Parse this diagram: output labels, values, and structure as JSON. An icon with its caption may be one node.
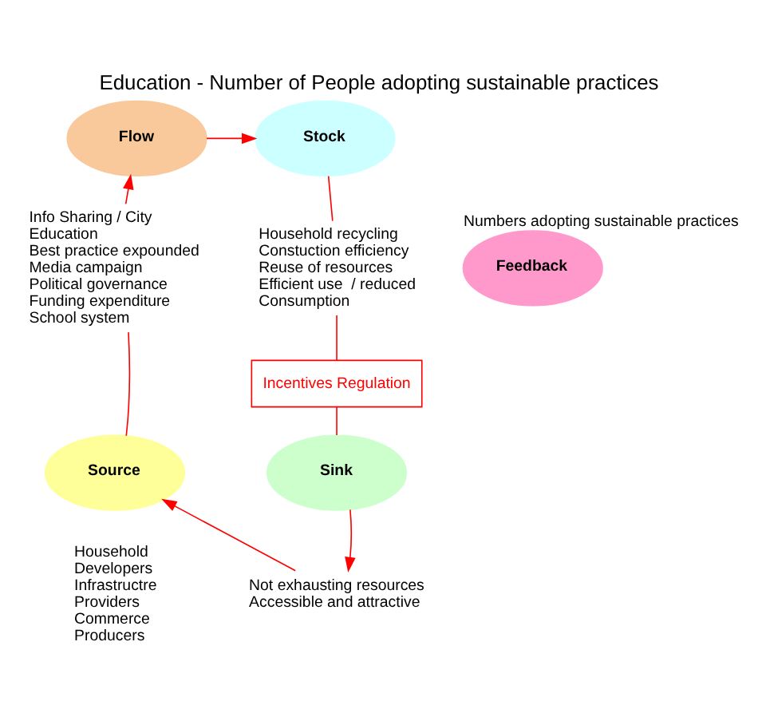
{
  "diagram": {
    "title": "Education - Number of People adopting sustainable practices",
    "nodes": [
      {
        "text": [
          "Flow"
        ]
      },
      {
        "text": [
          "Stock"
        ]
      },
      {
        "text": [
          "Feedback"
        ],
        "beside": [
          "Numbers adopting sustainable practices"
        ]
      },
      {
        "text": [
          "Source"
        ]
      },
      {
        "text": [
          "Sink"
        ]
      },
      {
        "text": [
          "Incentives Regulation"
        ]
      },
      {
        "text": [
          "Info Sharing / City",
          "Education",
          "Best practice expounded",
          "Media campaign",
          "Political governance",
          "Funding expenditure",
          "School system"
        ]
      },
      {
        "text": [
          "Household recycling",
          "Constuction efficiency",
          "Reuse of resources",
          "Efficient use  / reduced",
          "Consumption"
        ]
      },
      {
        "text": [
          "Household",
          "Developers",
          "Infrastructre",
          "Providers",
          "Commerce",
          "Producers"
        ]
      },
      {
        "text": [
          "Not exhausting resources",
          "Accessible and attractive"
        ]
      }
    ],
    "edges": [
      {
        "from": 0,
        "to": 1,
        "arrow": "to"
      },
      {
        "from": 6,
        "to": 0,
        "arrow": "to"
      },
      {
        "from": 3,
        "to": 6,
        "arrow": "none"
      },
      {
        "from": 1,
        "to": 7,
        "arrow": "none"
      },
      {
        "from": 7,
        "to": 5,
        "arrow": "none"
      },
      {
        "from": 5,
        "to": 4,
        "arrow": "none"
      },
      {
        "from": 4,
        "to": 9,
        "arrow": "to"
      },
      {
        "from": 9,
        "to": 3,
        "arrow": "to"
      }
    ]
  }
}
